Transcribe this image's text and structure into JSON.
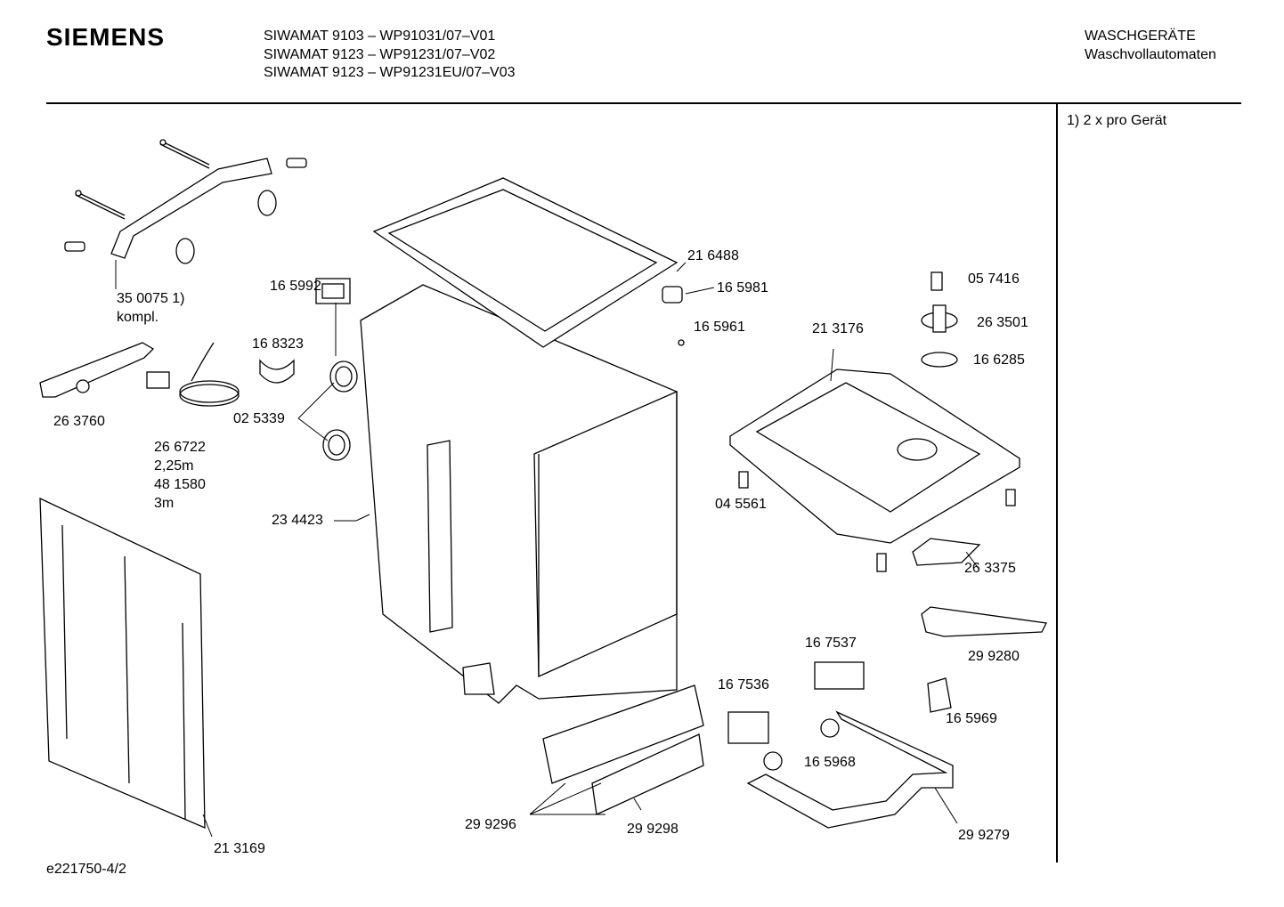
{
  "header": {
    "brand": "SIEMENS",
    "models": [
      "SIWAMAT 9103 – WP91031/07–V01",
      "SIWAMAT 9123 – WP91231/07–V02",
      "SIWAMAT 9123 – WP91231EU/07–V03"
    ],
    "category_line1": "WASCHGERÄTE",
    "category_line2": "Waschvollautomaten"
  },
  "side_note": "1) 2 x pro Gerät",
  "footer_id": "e221750-4/2",
  "parts": {
    "p350075": "35 0075 1)",
    "p350075_sub": "kompl.",
    "p165992": "16 5992",
    "p168323": "16 8323",
    "p263760": "26 3760",
    "p025339": "02 5339",
    "p266722": "26 6722",
    "p266722_len": "2,25m",
    "p481580": "48 1580",
    "p481580_len": "3m",
    "p234423": "23 4423",
    "p216488": "21 6488",
    "p165981": "16 5981",
    "p165961": "16 5961",
    "p213176": "21 3176",
    "p057416": "05 7416",
    "p263501": "26 3501",
    "p166285": "16 6285",
    "p045561": "04 5561",
    "p263375": "26 3375",
    "p299280": "29 9280",
    "p167537": "16 7537",
    "p167536": "16 7536",
    "p165969": "16 5969",
    "p165968": "16 5968",
    "p299296": "29 9296",
    "p299298": "29 9298",
    "p299279": "29 9279",
    "p213169": "21 3169"
  }
}
